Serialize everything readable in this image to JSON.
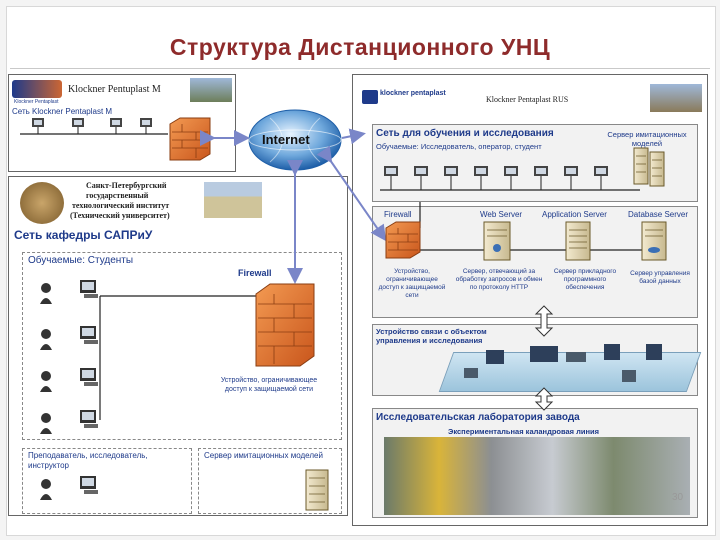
{
  "title": "Структура Дистанционного УНЦ",
  "left_top": {
    "logo_text": "Klockner Pentaplast",
    "company": "Klockner Pentuplast M",
    "network_label": "Сеть Klockner Pentaplast M"
  },
  "internet_label": "Internet",
  "university": {
    "name_lines": [
      "Санкт-Петербургский",
      "государственный",
      "технологический институт",
      "(Технический университет)"
    ]
  },
  "dept": {
    "network_label": "Сеть кафедры САПРиУ",
    "students_label": "Обучаемые: Студенты",
    "firewall_label": "Firewall",
    "firewall_caption": "Устройство, ограничивающее доступ к защищаемой сети",
    "teacher_label": "Преподаватель, исследователь, инструктор",
    "server_label": "Сервер имитационных моделей"
  },
  "right": {
    "logo_text": "klockner pentaplast",
    "company": "Klockner Pentaplast RUS",
    "research_net": "Сеть для обучения и исследования",
    "learners": "Обучаемые: Исследователь, оператор, студент",
    "sim_server": "Сервер имитационных моделей",
    "servers": [
      "Firewall",
      "Web Server",
      "Application Server",
      "Database Server"
    ],
    "server_captions": [
      "Устройство, ограничивающее доступ к защищаемой сети",
      "Сервер, отвечающий за обработку запросов и обмен по протоколу HTTP",
      "Сервер прикладного программного обеспечения",
      "Сервер управления базой данных"
    ],
    "link_label": "Устройство связи с объектом управления и исследования",
    "lab_title": "Исследовательская лаборатория завода",
    "lab_subtitle": "Экспериментальная каландровая линия"
  },
  "page_number": "30",
  "colors": {
    "title": "#8e2b2b",
    "blue_text": "#1e3a8a",
    "firewall": "#e8772e",
    "arrow": "#7a86c8",
    "line": "#222222"
  }
}
